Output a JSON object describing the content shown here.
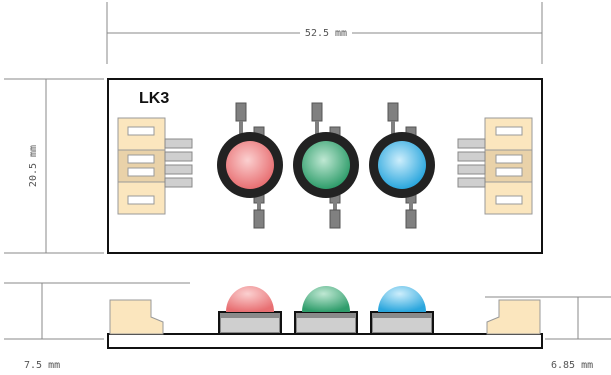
{
  "board": {
    "label": "LK3"
  },
  "dimensions": {
    "width": "52.5 mm",
    "height": "20.5 mm",
    "left_side_height": "7.5 mm",
    "right_side_height": "6.85 mm"
  },
  "leds": [
    {
      "color_name": "red",
      "lens": "#e86f72",
      "highlight": "#fbd0d0"
    },
    {
      "color_name": "green",
      "lens": "#2f9d6b",
      "highlight": "#bfe8d3"
    },
    {
      "color_name": "blue",
      "lens": "#2aa6dd",
      "highlight": "#cdeefc"
    }
  ],
  "colors": {
    "connector_fill": "#fbe6be",
    "connector_stroke": "#999999",
    "pin_fill": "#cfcfcf",
    "led_ring": "#222222",
    "lead_fill": "#808080",
    "outline": "#111111",
    "dimension_line": "#888888"
  }
}
